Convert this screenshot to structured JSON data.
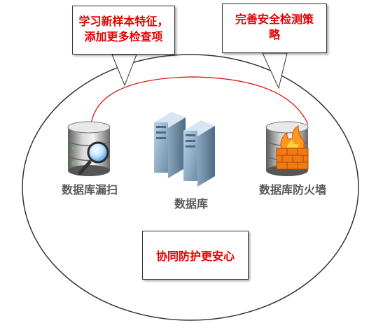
{
  "callouts": {
    "left": {
      "line1": "学习新样本特征，",
      "line2": "添加更多检查项"
    },
    "right": {
      "line1": "完善安全检测策",
      "line2": "略"
    }
  },
  "nodes": {
    "scanner_label": "数据库漏扫",
    "server_label": "数据库",
    "firewall_label": "数据库防火墙"
  },
  "center_box": {
    "text": "协同防护更安心"
  },
  "colors": {
    "accent_red": "#e30000",
    "label_gray": "#5a5a5a",
    "outline": "#333333"
  },
  "icons": [
    "database-scanner-icon",
    "server-tower-icon",
    "database-firewall-icon"
  ]
}
